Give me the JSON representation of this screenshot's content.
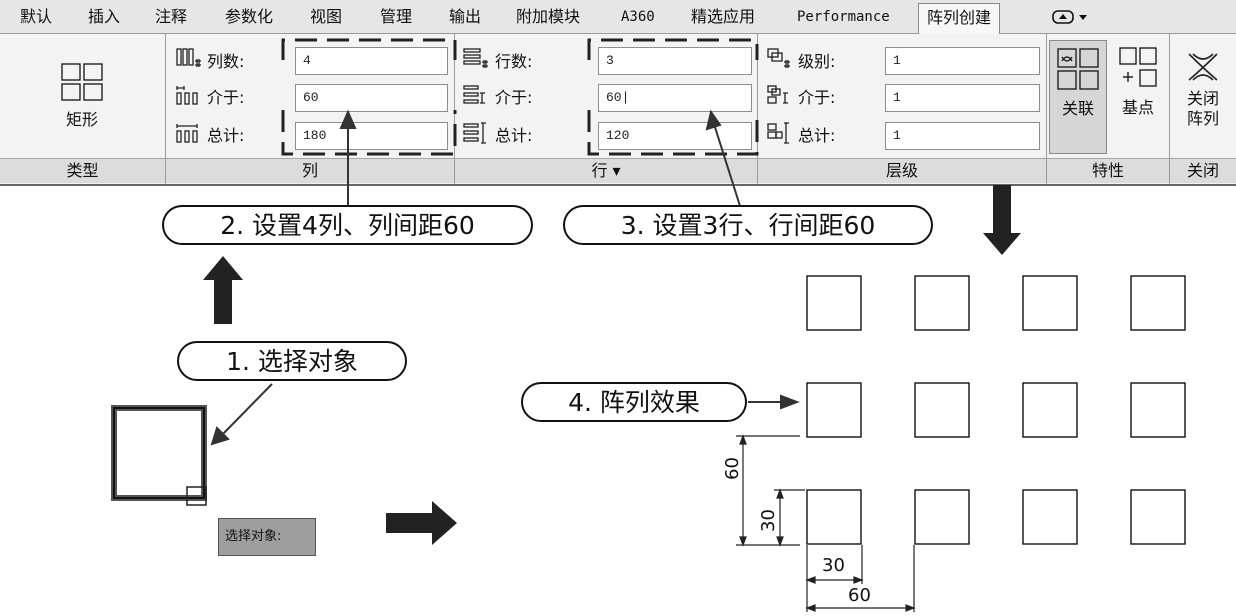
{
  "tabs": [
    "默认",
    "插入",
    "注释",
    "参数化",
    "视图",
    "管理",
    "输出",
    "附加模块",
    "A360",
    "精选应用",
    "Performance",
    "阵列创建"
  ],
  "workspace_menu_icon": "view-dropdown-icon",
  "ribbon": {
    "type_panel": {
      "button_label": "矩形",
      "title": "类型"
    },
    "column_panel": {
      "title": "列",
      "count_label": "列数:",
      "count_value": "4",
      "between_label": "介于:",
      "between_value": "60",
      "total_label": "总计:",
      "total_value": "180"
    },
    "row_panel": {
      "title": "行 ▾",
      "count_label": "行数:",
      "count_value": "3",
      "between_label": "介于:",
      "between_value": "60|",
      "total_label": "总计:",
      "total_value": "120"
    },
    "level_panel": {
      "title": "层级",
      "count_label": "级别:",
      "count_value": "1",
      "between_label": "介于:",
      "between_value": "1",
      "total_label": "总计:",
      "total_value": "1"
    },
    "properties_panel": {
      "title": "特性",
      "associative_label": "关联",
      "basepoint_label": "基点"
    },
    "close_panel": {
      "title": "关闭",
      "close_label_1": "关闭",
      "close_label_2": "阵列"
    }
  },
  "callouts": {
    "step1": "1. 选择对象",
    "step2": "2. 设置4列、列间距60",
    "step3": "3. 设置3行、行间距60",
    "step4": "4. 阵列效果"
  },
  "command_prompt": "选择对象:",
  "dimensions": {
    "v_outer": "60",
    "v_inner": "30",
    "h_inner": "30",
    "h_outer": "60"
  },
  "array_result": {
    "columns": 4,
    "rows": 3
  },
  "colors": {
    "ribbon_bg": "#f3f3f3",
    "tabbar_bg": "#e6e6e6",
    "prompt_bg": "#9e9e9e"
  }
}
